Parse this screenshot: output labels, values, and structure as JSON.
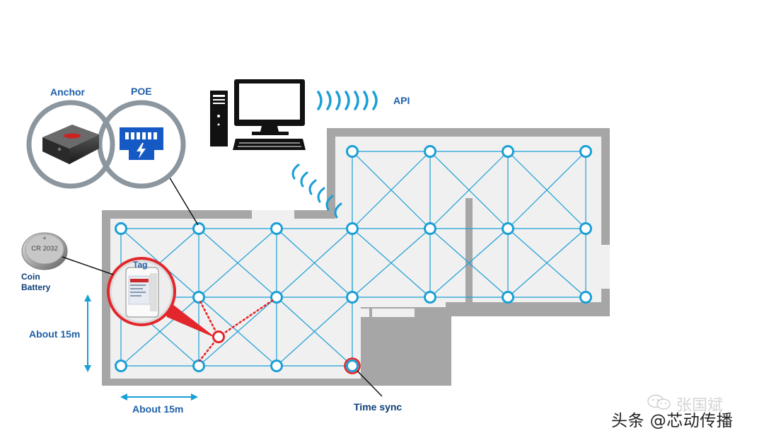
{
  "labels": {
    "anchor": "Anchor",
    "poe": "POE",
    "api": "API",
    "coin": "Coin",
    "battery": "Battery",
    "tag": "Tag",
    "about_h": "About 15m",
    "about_v": "About 15m",
    "time_sync": "Time sync",
    "cr2032": "CR 2032",
    "cr_plus": "+"
  },
  "watermark": {
    "main": "头条 @芯动传播",
    "ghost": "张国斌"
  },
  "colors": {
    "blue": "#1a9fd6",
    "label_blue": "#1f5fa8",
    "wall": "#a6a6a6",
    "floor": "#f0f0f0",
    "red": "#e3262b",
    "dark": "#111111"
  },
  "icons": [
    "computer-icon",
    "api-signal-icon",
    "wifi-signal-icon",
    "anchor-device-icon",
    "poe-ethernet-icon",
    "coin-battery-icon",
    "tag-device-icon",
    "wechat-icon"
  ]
}
